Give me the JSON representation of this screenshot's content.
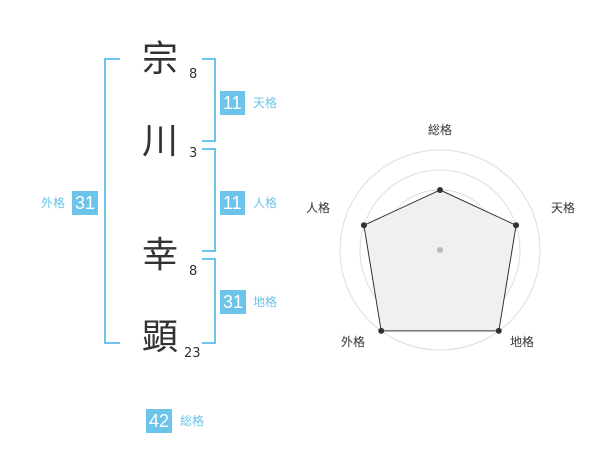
{
  "name": {
    "chars": [
      {
        "kanji": "宗",
        "strokes": "8"
      },
      {
        "kanji": "川",
        "strokes": "3"
      },
      {
        "kanji": "幸",
        "strokes": "8"
      },
      {
        "kanji": "顕",
        "strokes": "23"
      }
    ]
  },
  "fortune": {
    "tenkaku": {
      "label": "天格",
      "value": "11"
    },
    "jinkaku": {
      "label": "人格",
      "value": "11"
    },
    "chikaku": {
      "label": "地格",
      "value": "31"
    },
    "gaikaku": {
      "label": "外格",
      "value": "31"
    },
    "soukaku": {
      "label": "総格",
      "value": "42"
    }
  },
  "radar": {
    "labels": {
      "top": "総格",
      "right": "天格",
      "lower_right": "地格",
      "lower_left": "外格",
      "left": "人格"
    },
    "scale_levels": 5,
    "values": {
      "soukaku": 3,
      "tenkaku": 4,
      "chikaku": 5,
      "gaikaku": 5,
      "jinkaku": 4
    }
  },
  "colors": {
    "accent": "#6cc4ea",
    "text": "#333333",
    "grid": "#dddddd",
    "fill": "#f0f0f0"
  }
}
